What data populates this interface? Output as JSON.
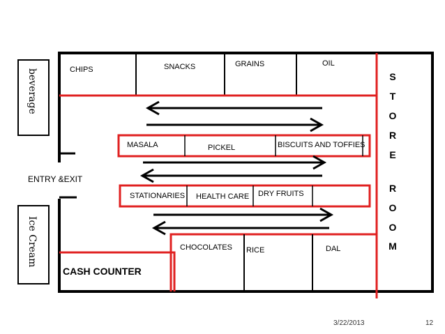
{
  "side_labels": {
    "beverage": "beverage",
    "ice_cream": "Ice Cream",
    "entry_exit": "ENTRY &EXIT",
    "cash_counter": "CASH COUNTER"
  },
  "store_room": {
    "letters_top": [
      "S",
      "T",
      "O",
      "R",
      "E"
    ],
    "letters_bottom": [
      "R",
      "O",
      "O",
      "M"
    ]
  },
  "top_shelves": [
    "CHIPS",
    "SNACKS",
    "GRAINS",
    "OIL"
  ],
  "aisle_1": [
    "MASALA",
    "PICKEL",
    "BISCUITS AND TOFFIES"
  ],
  "aisle_2": [
    "STATIONARIES",
    "HEALTH CARE",
    "DRY FRUITS",
    ""
  ],
  "bottom_shelves": [
    "CHOCOLATES",
    "RICE",
    "DAL"
  ],
  "footer": {
    "date": "3/22/2013",
    "page": "12"
  },
  "colors": {
    "wall": "#000000",
    "red_line": "#e02020",
    "background": "#ffffff"
  }
}
